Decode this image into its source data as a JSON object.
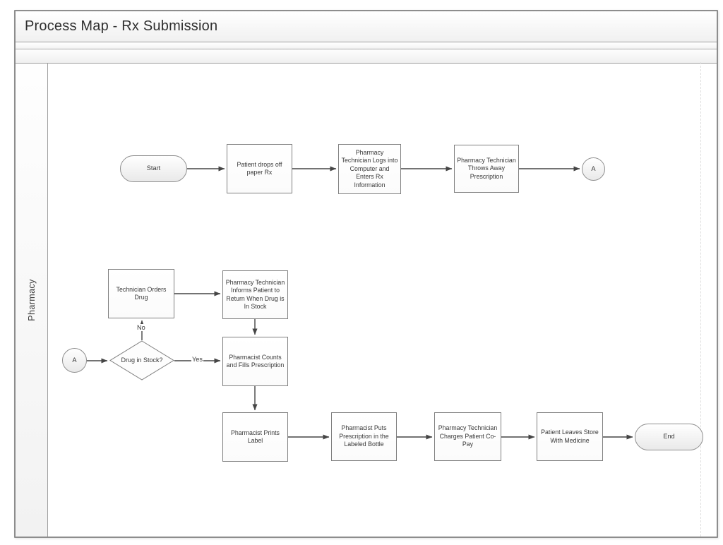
{
  "title": "Process Map - Rx Submission",
  "lane": {
    "label": "Pharmacy"
  },
  "nodes": [
    {
      "type": "terminator",
      "label": "Start"
    },
    {
      "type": "process",
      "label": "Patient drops off paper Rx"
    },
    {
      "type": "process",
      "label": "Pharmacy Technician Logs into Computer and Enters Rx Information"
    },
    {
      "type": "process",
      "label": "Pharmacy Technician Throws Away Prescription"
    },
    {
      "type": "connector",
      "label": "A"
    },
    {
      "type": "connector",
      "label": "A"
    },
    {
      "type": "decision",
      "label": "Drug in Stock?"
    },
    {
      "type": "process",
      "label": "Technician Orders Drug"
    },
    {
      "type": "process",
      "label": "Pharmacy Technician Informs Patient to Return When Drug is In Stock"
    },
    {
      "type": "process",
      "label": "Pharmacist Counts and Fills Prescription"
    },
    {
      "type": "process",
      "label": "Pharmacist Prints Label"
    },
    {
      "type": "process",
      "label": "Pharmacist Puts Prescription in the Labeled Bottle"
    },
    {
      "type": "process",
      "label": "Pharmacy Technician Charges Patient Co-Pay"
    },
    {
      "type": "process",
      "label": "Patient Leaves Store With Medicine"
    },
    {
      "type": "terminator",
      "label": "End"
    }
  ],
  "edges": {
    "yes_label": "Yes",
    "no_label": "No",
    "list": [
      {
        "from": "Start",
        "to": "Patient drops off paper Rx"
      },
      {
        "from": "Patient drops off paper Rx",
        "to": "Pharmacy Technician Logs into Computer and Enters Rx Information"
      },
      {
        "from": "Pharmacy Technician Logs into Computer and Enters Rx Information",
        "to": "Pharmacy Technician Throws Away Prescription"
      },
      {
        "from": "Pharmacy Technician Throws Away Prescription",
        "to": "A"
      },
      {
        "from": "A",
        "to": "Drug in Stock?"
      },
      {
        "from": "Drug in Stock?",
        "to": "Pharmacist Counts and Fills Prescription",
        "label": "Yes"
      },
      {
        "from": "Drug in Stock?",
        "to": "Technician Orders Drug",
        "label": "No"
      },
      {
        "from": "Technician Orders Drug",
        "to": "Pharmacy Technician Informs Patient to Return When Drug is In Stock"
      },
      {
        "from": "Pharmacy Technician Informs Patient to Return When Drug is In Stock",
        "to": "Pharmacist Counts and Fills Prescription"
      },
      {
        "from": "Pharmacist Counts and Fills Prescription",
        "to": "Pharmacist Prints Label"
      },
      {
        "from": "Pharmacist Prints Label",
        "to": "Pharmacist Puts Prescription in the Labeled Bottle"
      },
      {
        "from": "Pharmacist Puts Prescription in the Labeled Bottle",
        "to": "Pharmacy Technician Charges Patient Co-Pay"
      },
      {
        "from": "Pharmacy Technician Charges Patient Co-Pay",
        "to": "Patient Leaves Store With Medicine"
      },
      {
        "from": "Patient Leaves Store With Medicine",
        "to": "End"
      }
    ]
  },
  "colors": {
    "frame_border": "#8d8d8d",
    "shape_border": "#7f7f7f",
    "terminator_border": "#8f8f8f",
    "arrow": "#454545",
    "text": "#383838"
  }
}
